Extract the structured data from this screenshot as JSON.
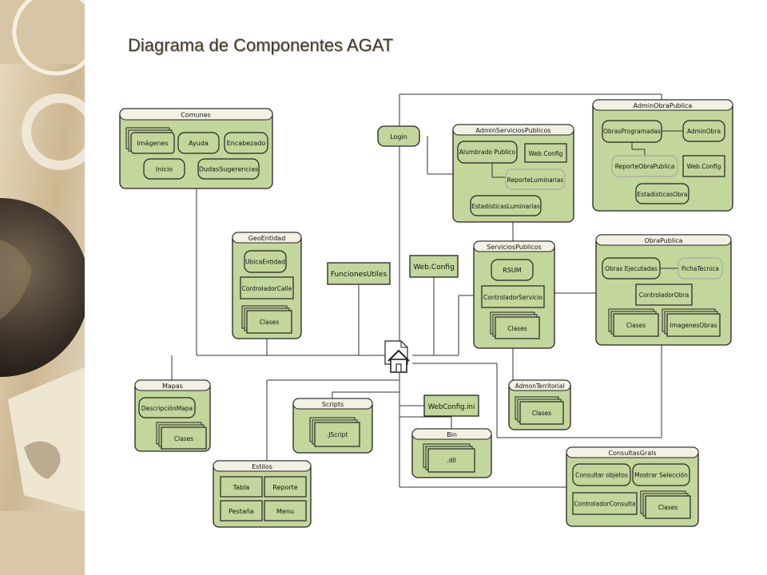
{
  "title": "Diagrama de Componentes AGAT",
  "center_icon": "home-folder-icon",
  "colors": {
    "fill": "#c3d69b",
    "stroke": "#222222",
    "line": "#333333",
    "title_fill": "#f3f0e4"
  },
  "components": {
    "comunes": {
      "title": "Comunes",
      "items": [
        "Imágenes",
        "Ayuda",
        "Encabezado",
        "Inicio",
        "DudasSugerencias"
      ]
    },
    "geoentidad": {
      "title": "GeoEntidad",
      "items": [
        "UbicaEntidad",
        "ControladorCalle",
        "Clases"
      ]
    },
    "funciones_utiles": {
      "label": "FuncionesUtiles"
    },
    "login": {
      "label": "Login"
    },
    "webconfig": {
      "label": "Web.Config"
    },
    "admin_servicios": {
      "title": "AdminServiciosPublicos",
      "items": [
        "Alumbrado Publico",
        "Web.Config",
        "ReporteLuminarias",
        "EstadisticasLuminarias"
      ]
    },
    "admin_obra": {
      "title": "AdminObraPublica",
      "items": [
        "ObrasProgramadas",
        "AdminObra",
        "ReporteObraPublica",
        "Web.Config",
        "EstadisticasObra"
      ]
    },
    "servicios": {
      "title": "ServiciosPublicos",
      "items": [
        "RSUM",
        "ControladorServicio",
        "Clases"
      ]
    },
    "obra_publica": {
      "title": "ObraPublica",
      "items": [
        "Obras Ejecutadas",
        "FichaTecnica",
        "ControladorObra",
        "Clases",
        "ImagenesObras"
      ]
    },
    "mapas": {
      "title": "Mapas",
      "items": [
        "DescripciónMapa",
        "Clases"
      ]
    },
    "scripts": {
      "title": "Scripts",
      "items": [
        ".JScript"
      ]
    },
    "webconfig_ini": {
      "label": "WebConfig.ini"
    },
    "bin": {
      "title": "Bin",
      "items": [
        ".dll"
      ]
    },
    "admon_territorial": {
      "title": "AdmonTerritorial",
      "items": [
        "Clases"
      ]
    },
    "estilos": {
      "title": "Estilos",
      "items": [
        "Tabla",
        "Reporte",
        "Pestaña",
        "Menu"
      ]
    },
    "consultas": {
      "title": "ConsultasGrals",
      "items": [
        "Consultar objetos",
        "Mostrar Selección",
        "ControladorConsulta",
        "Clases"
      ]
    }
  }
}
